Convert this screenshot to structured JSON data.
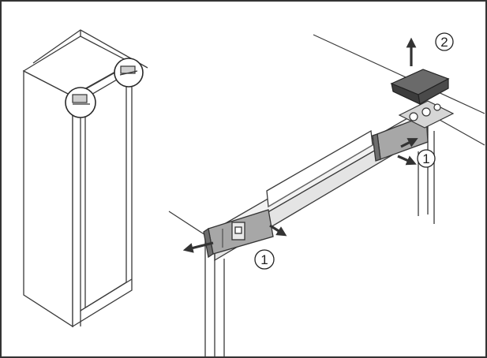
{
  "figure": {
    "callouts": [
      {
        "id": "callout-top",
        "label": "2"
      },
      {
        "id": "callout-right",
        "label": "1"
      },
      {
        "id": "callout-bottom",
        "label": "1"
      }
    ]
  },
  "colors": {
    "frame": "#333333",
    "line": "#3a3a3a",
    "part_gray": "#a7a7a7",
    "part_dark": "#4a4a4a",
    "panel_light": "#e9e9e9",
    "panel_mid": "#d6d6d6",
    "background": "#ffffff"
  }
}
